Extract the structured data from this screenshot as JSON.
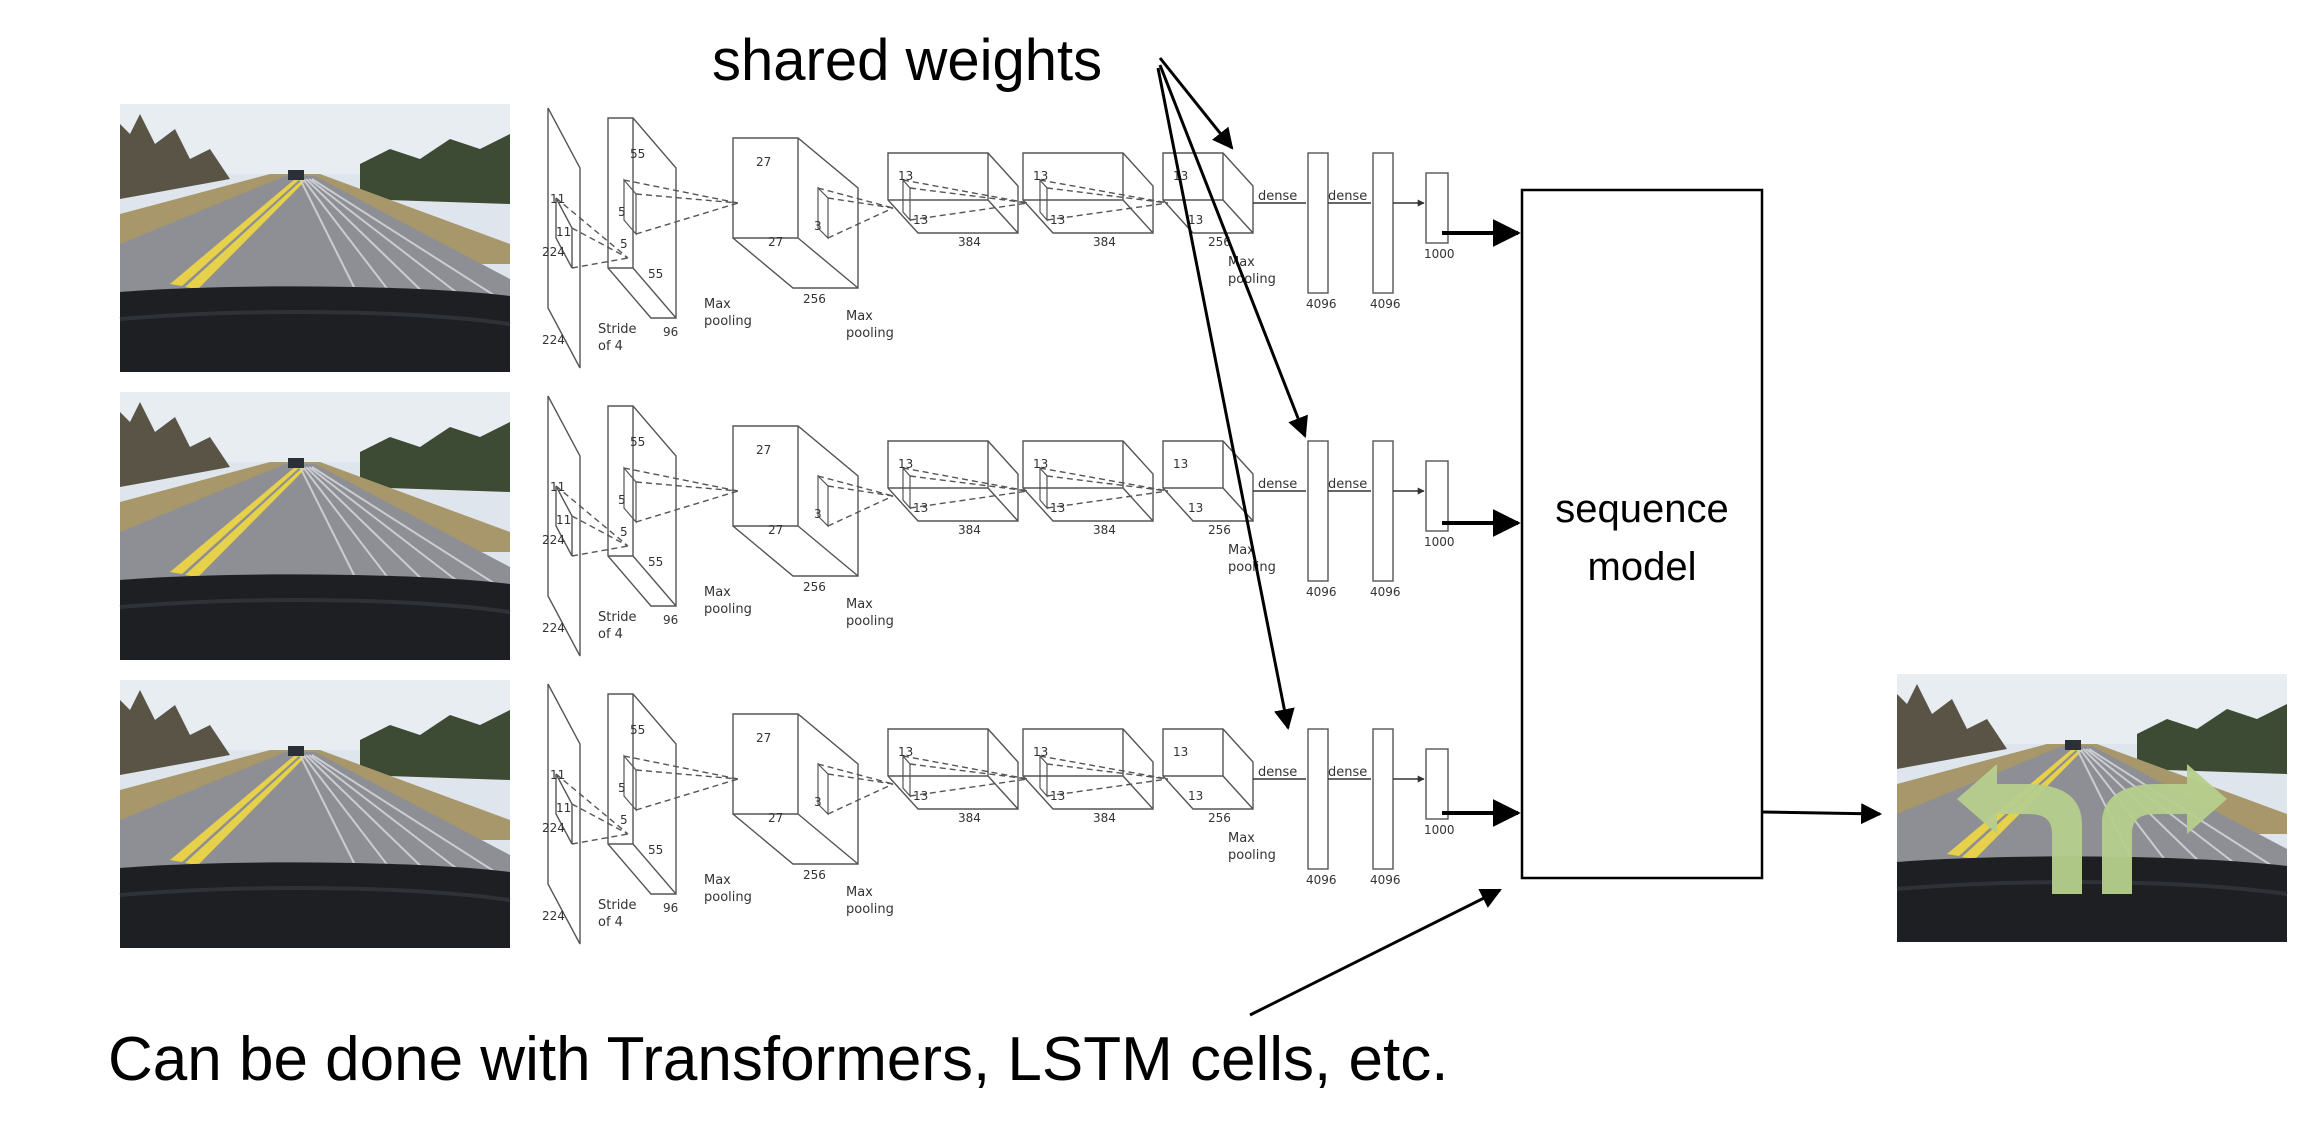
{
  "caption_top": "shared weights",
  "caption_bottom": "Can be done with Transformers, LSTM cells, etc.",
  "sequence_model_line1": "sequence",
  "sequence_model_line2": "model",
  "input_size": "224",
  "kernel1": "11",
  "stride_line1": "Stride",
  "stride_line2": "of 4",
  "conv_dims": {
    "c1": "55",
    "c1_depth": "96",
    "k2": "5",
    "c2": "27",
    "c2_depth": "256",
    "k3": "3",
    "c3": "13",
    "c3_depth": "384",
    "c4_depth": "384",
    "c5_depth": "256"
  },
  "pool_line1": "Max",
  "pool_line2": "pooling",
  "dense_label": "dense",
  "fc_sizes": [
    "4096",
    "4096",
    "1000"
  ],
  "rows": 3,
  "colors": {
    "road_sky": "#dde3ea",
    "grass": "#9a8a5e",
    "road": "#8e8f94",
    "yellow_line": "#e7d14a",
    "dashboard": "#1c1e22",
    "trees": "#4a4a3a",
    "arrow_green": "#b6cf8c"
  }
}
